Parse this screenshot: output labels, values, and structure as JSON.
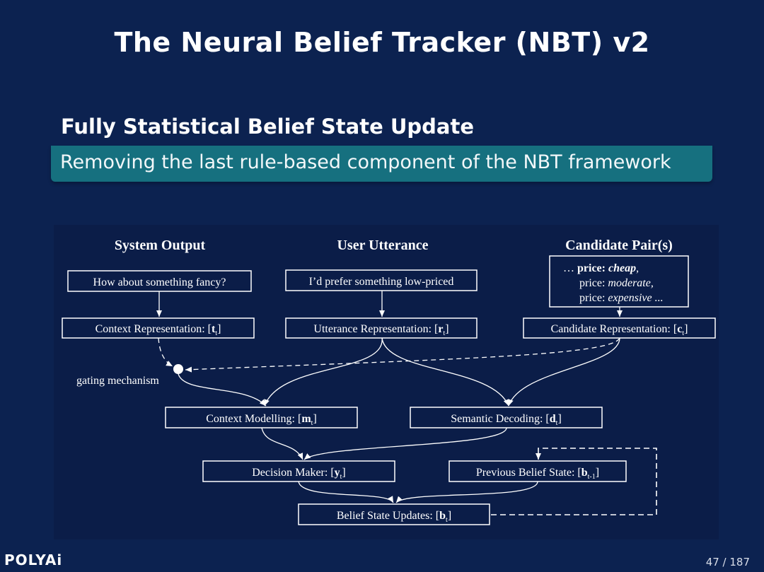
{
  "slide": {
    "title": "The Neural Belief Tracker (NBT) v2",
    "block_title": "Fully Statistical Belief State Update",
    "block_text": "Removing the last rule-based component of the NBT framework"
  },
  "diagram": {
    "headers": {
      "system_output": "System Output",
      "user_utterance": "User Utterance",
      "candidate_pairs": "Candidate Pair(s)"
    },
    "inputs": {
      "system_output": "How about something fancy?",
      "user_utterance": "I’d prefer something low-priced",
      "candidate_line1_prefix": "… ",
      "candidate_line1_slot": "price: ",
      "candidate_line1_value": "cheap",
      "candidate_line1_suffix": ",",
      "candidate_line2_slot": "price: ",
      "candidate_line2_value": "moderate,",
      "candidate_line3_slot": "price: ",
      "candidate_line3_value": "expensive ..."
    },
    "nodes": {
      "context_rep": {
        "label": "Context Representation: [",
        "var": "t",
        "sub": "t",
        "end": "]"
      },
      "utterance_rep": {
        "label": "Utterance Representation: [",
        "var": "r",
        "sub": "t",
        "end": "]"
      },
      "candidate_rep": {
        "label": "Candidate Representation: [",
        "var": "c",
        "sub": "t",
        "end": "]"
      },
      "context_modelling": {
        "label": "Context Modelling: [",
        "var": "m",
        "sub": "t",
        "end": "]"
      },
      "semantic_decoding": {
        "label": "Semantic Decoding: [",
        "var": "d",
        "sub": "t",
        "end": "]"
      },
      "decision_maker": {
        "label": "Decision Maker: [",
        "var": "y",
        "sub": "t",
        "end": "]"
      },
      "previous_belief": {
        "label": "Previous Belief State: [",
        "var": "b",
        "sub": "t-1",
        "end": "]"
      },
      "belief_updates": {
        "label": "Belief State Updates: [",
        "var": "b",
        "sub": "t",
        "end": "]"
      }
    },
    "gating_label": "gating mechanism"
  },
  "footer": {
    "logo": "POLYAi",
    "page": "47 / 187"
  }
}
